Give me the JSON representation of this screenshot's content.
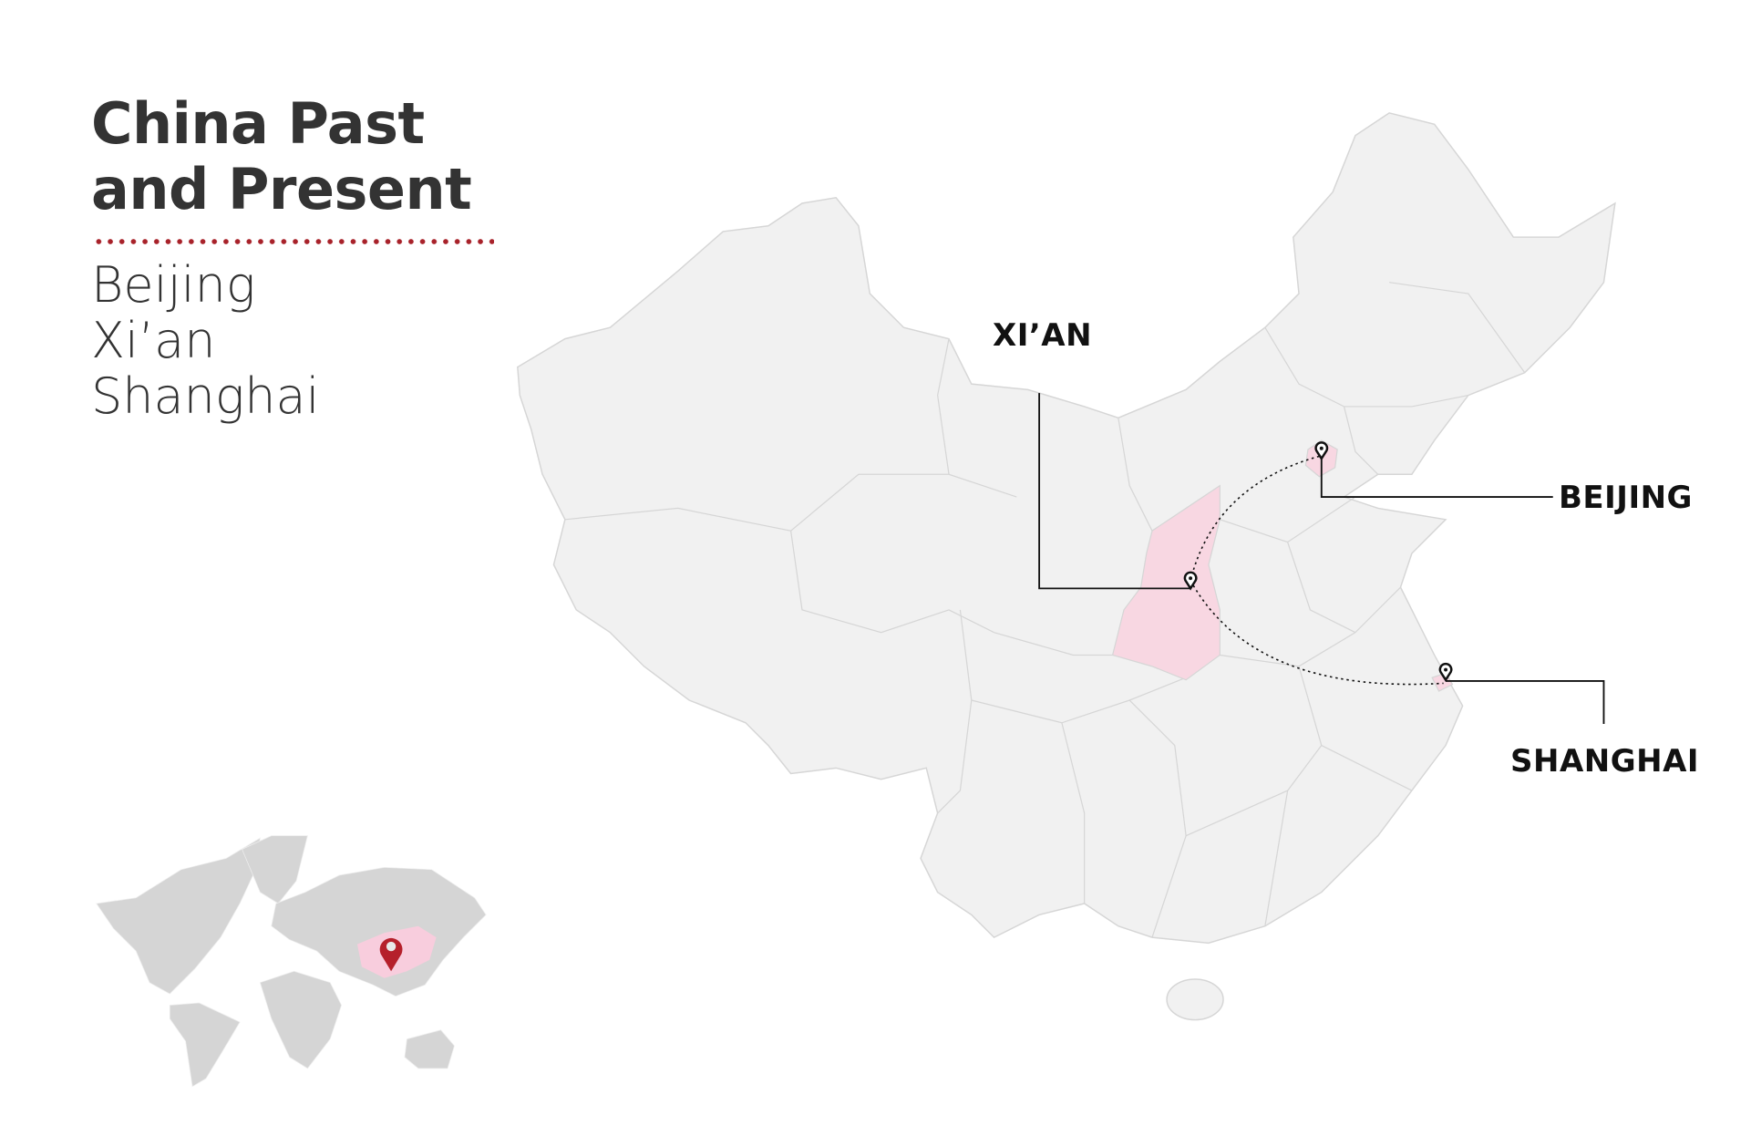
{
  "header": {
    "title": "China Past and Present",
    "cities": [
      "Beijing",
      "Xi’an",
      "Shanghai"
    ]
  },
  "map": {
    "labels": {
      "xian": "XI’AN",
      "beijing": "BEIJING",
      "shanghai": "SHANGHAI"
    },
    "icons": {
      "city_pin": "map-pin-icon",
      "world_pin": "location-marker-icon"
    }
  },
  "colors": {
    "accent": "#a8222a",
    "highlight": "#f8d7e2",
    "land": "#f1f1f1",
    "world_land": "#d5d5d5",
    "text": "#333333"
  }
}
